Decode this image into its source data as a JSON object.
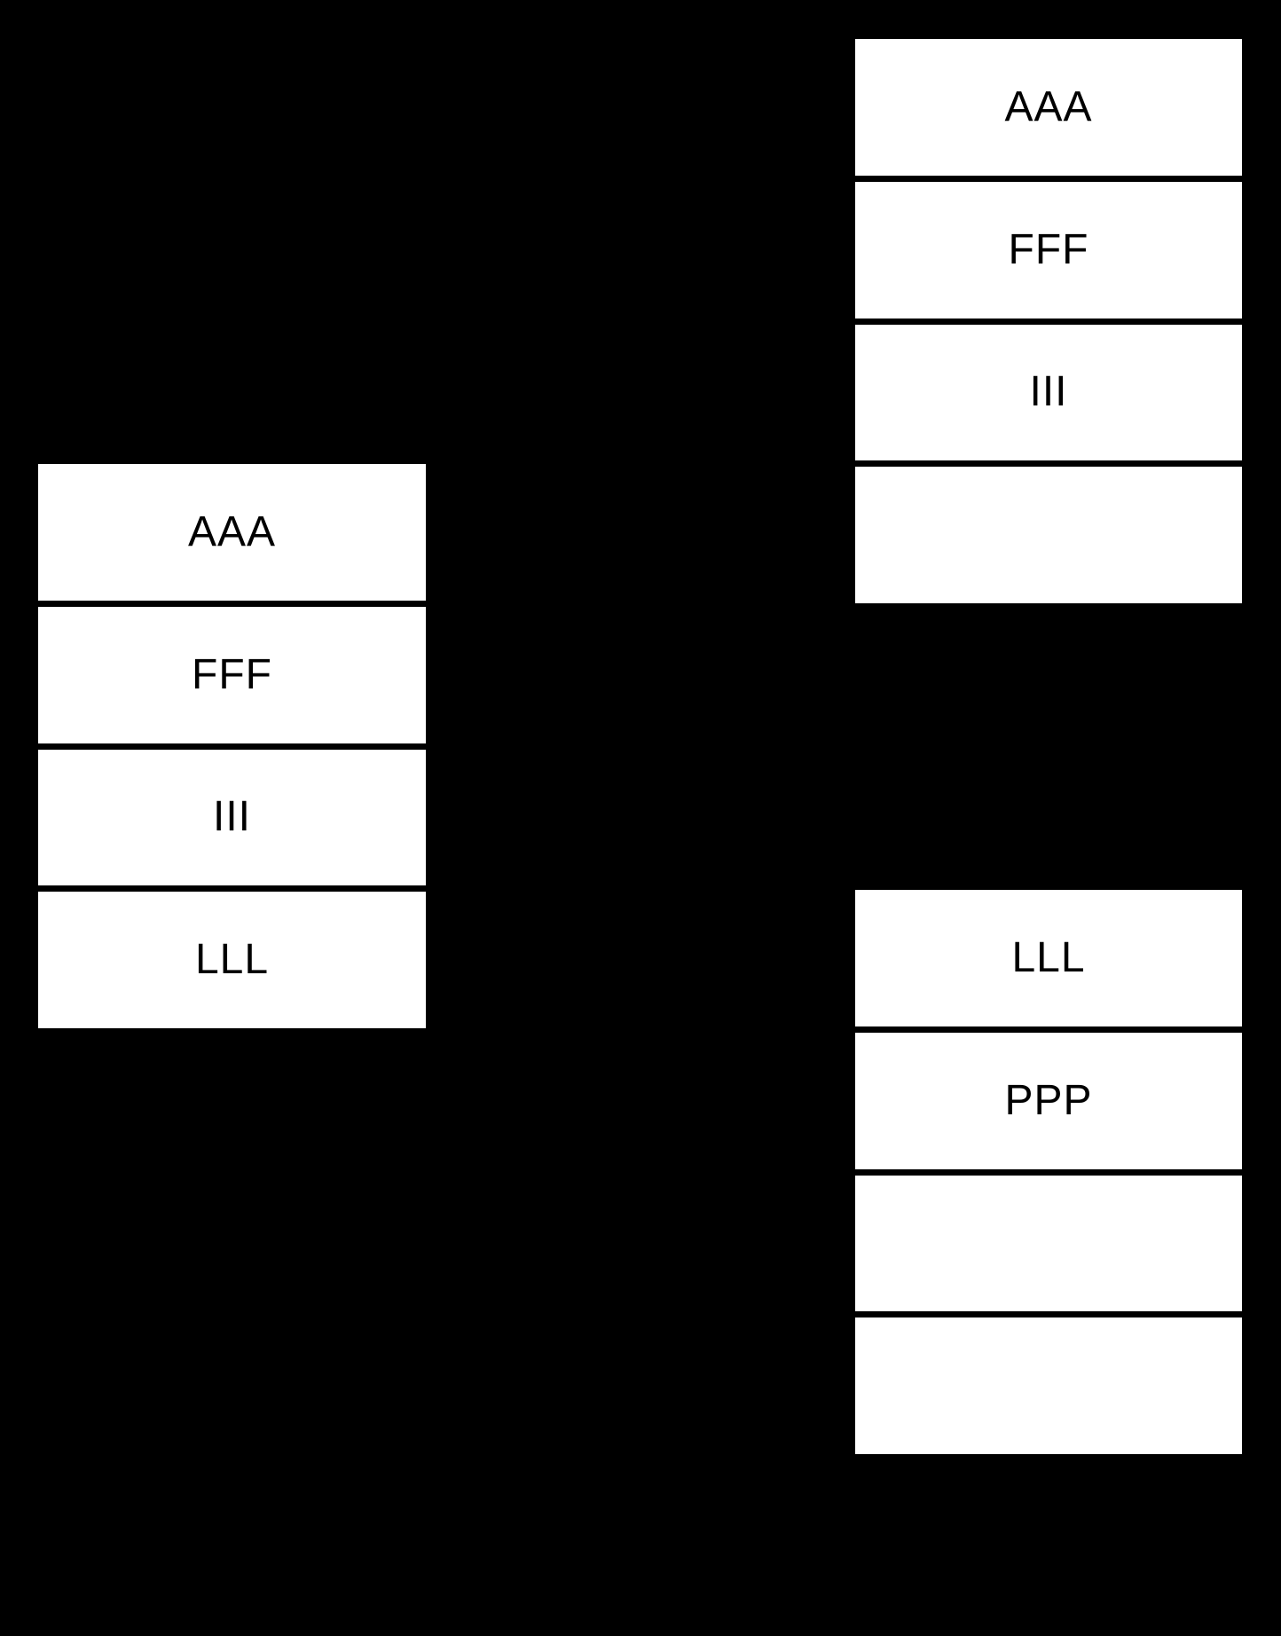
{
  "canvas": {
    "background_color": "#000000",
    "cell_background_color": "#ffffff",
    "cell_text_color": "#000000"
  },
  "tables": [
    {
      "id": "left-table",
      "rows": [
        "AAA",
        "FFF",
        "III",
        "LLL"
      ]
    },
    {
      "id": "top-right-table",
      "rows": [
        "AAA",
        "FFF",
        "III",
        ""
      ]
    },
    {
      "id": "bottom-right-table",
      "rows": [
        "LLL",
        "PPP",
        "",
        ""
      ]
    }
  ]
}
